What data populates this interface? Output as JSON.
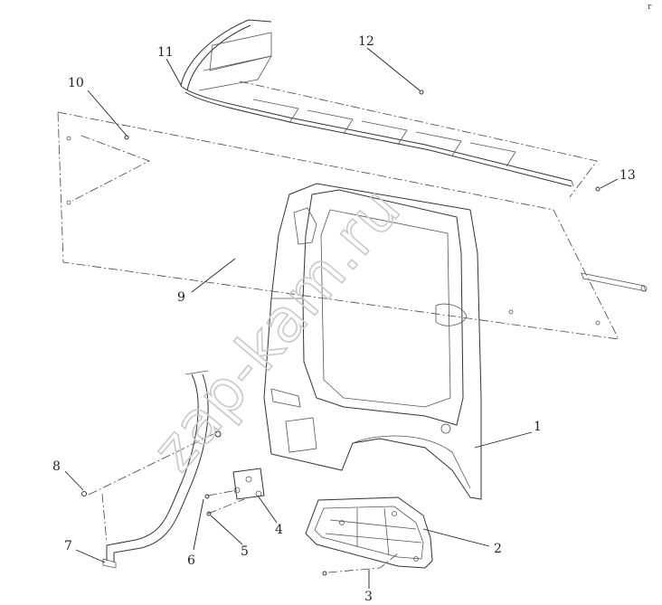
{
  "diagram": {
    "watermark": "zap-kam.ru",
    "corner_mark": "r",
    "callouts": [
      {
        "id": "1",
        "label": "1"
      },
      {
        "id": "2",
        "label": "2"
      },
      {
        "id": "3",
        "label": "3"
      },
      {
        "id": "4",
        "label": "4"
      },
      {
        "id": "5",
        "label": "5"
      },
      {
        "id": "6",
        "label": "6"
      },
      {
        "id": "7",
        "label": "7"
      },
      {
        "id": "8",
        "label": "8"
      },
      {
        "id": "9",
        "label": "9"
      },
      {
        "id": "10",
        "label": "10"
      },
      {
        "id": "11",
        "label": "11"
      },
      {
        "id": "12",
        "label": "12"
      },
      {
        "id": "13",
        "label": "13"
      }
    ]
  }
}
